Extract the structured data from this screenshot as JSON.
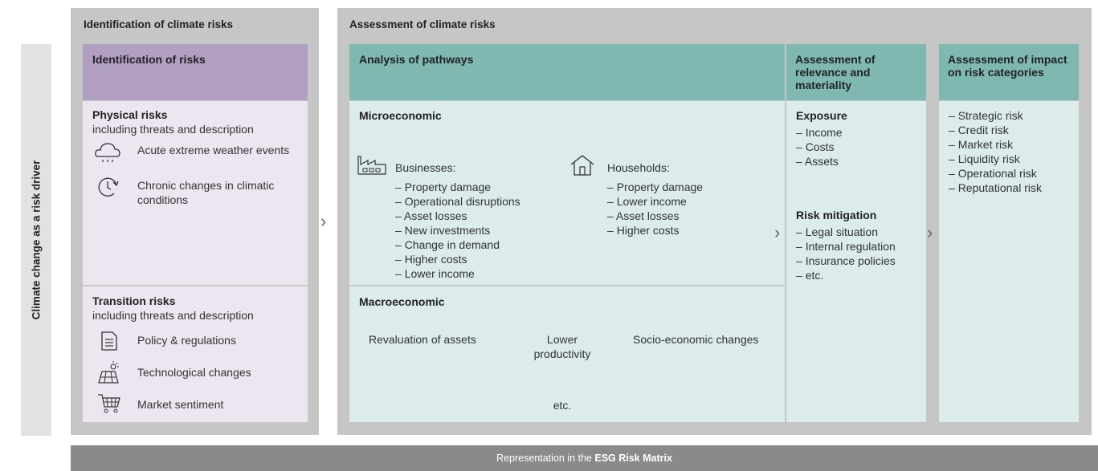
{
  "side_label": "Climate change as a risk driver",
  "identification": {
    "section_title": "Identification of climate risks",
    "box_title": "Identification of risks",
    "physical": {
      "title": "Physical risks",
      "subtitle": "including threats and description",
      "items": [
        "Acute extreme weather events",
        "Chronic changes in climatic",
        "conditions"
      ],
      "icons": [
        "cloud-rain-icon",
        "clock-refresh-icon"
      ]
    },
    "transition": {
      "title": "Transition risks",
      "subtitle": "including threats and description",
      "items": [
        "Policy & regulations",
        "Technological changes",
        "Market sentiment"
      ],
      "icons": [
        "document-icon",
        "solar-panel-icon",
        "shopping-cart-icon"
      ]
    }
  },
  "assessment": {
    "section_title": "Assessment of climate risks",
    "pathways": {
      "title": "Analysis of pathways",
      "micro": {
        "title": "Microeconomic",
        "businesses": {
          "label": "Businesses:",
          "items": [
            "Property damage",
            "Operational disruptions",
            "Asset losses",
            "New investments",
            "Change in demand",
            "Higher costs",
            "Lower income"
          ]
        },
        "households": {
          "label": "Households:",
          "items": [
            "Property damage",
            "Lower income",
            "Asset losses",
            "Higher costs"
          ]
        }
      },
      "macro": {
        "title": "Macroeconomic",
        "items": [
          "Revaluation of assets",
          "Lower",
          "productivity",
          "Socio-economic changes",
          "etc."
        ]
      }
    },
    "relevance": {
      "title_lines": [
        "Assessment of",
        "relevance and",
        "materiality"
      ],
      "exposure": {
        "title": "Exposure",
        "items": [
          "Income",
          "Costs",
          "Assets"
        ]
      },
      "mitigation": {
        "title": "Risk mitigation",
        "items": [
          "Legal situation",
          "Internal regulation",
          "Insurance policies",
          "etc."
        ]
      }
    },
    "impact": {
      "title_lines": [
        "Assessment of impact",
        "on risk categories"
      ],
      "items": [
        "Strategic risk",
        "Credit risk",
        "Market risk",
        "Liquidity risk",
        "Operational risk",
        "Reputational risk"
      ]
    }
  },
  "footer": {
    "prefix": "Representation in the ",
    "bold": "ESG Risk Matrix"
  },
  "colors": {
    "panel_gray": "#c6c6c6",
    "purple_header": "#b09fc0",
    "purple_light": "#ede6f1",
    "teal_header": "#7fb8b1",
    "teal_light": "#dbeceb",
    "footer_gray": "#8a8a8a"
  }
}
